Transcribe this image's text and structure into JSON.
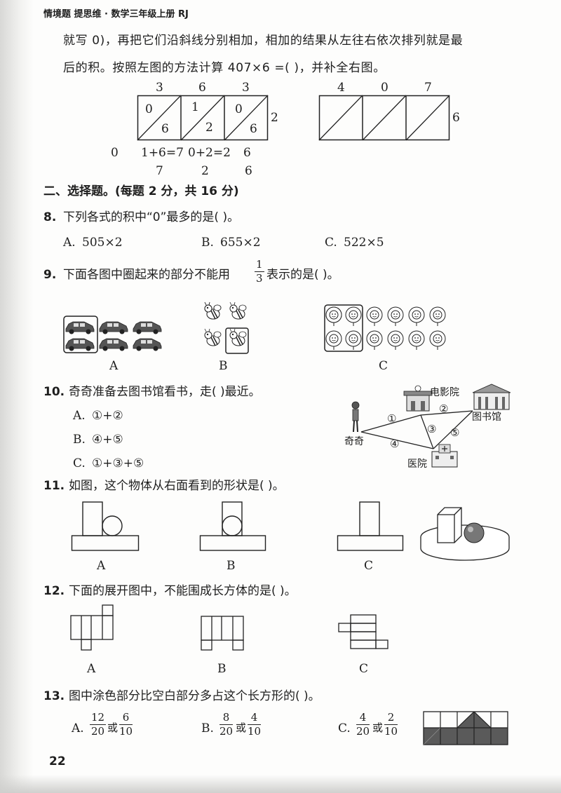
{
  "header": {
    "title": "情境题 提思维 · 数学三年级上册 RJ"
  },
  "intro": {
    "line1": "就写 0)，再把它们沿斜线分别相加，相加的结果从左往右依次排列就是最",
    "line2": "后的积。按照左图的方法计算 407×6 =(        )，并补全右图。"
  },
  "grid_example": {
    "top_digits": [
      "3",
      "6",
      "3"
    ],
    "cells": [
      {
        "upper": "0",
        "lower": "6"
      },
      {
        "upper": "1",
        "lower": "2"
      },
      {
        "upper": "0",
        "lower": "6"
      }
    ],
    "side": "2",
    "sums": [
      "0",
      "1+6=7",
      "0+2=2",
      "6"
    ],
    "result": [
      "7",
      "2",
      "6"
    ]
  },
  "grid_task": {
    "top_digits": [
      "4",
      "0",
      "7"
    ],
    "side": "6"
  },
  "section2": {
    "title": "二、选择题。(每题 2 分，共 16 分)"
  },
  "q8": {
    "num": "8.",
    "text": "下列各式的积中“0”最多的是(      )。",
    "options": [
      {
        "label": "A.",
        "text": "505×2"
      },
      {
        "label": "B.",
        "text": "655×2"
      },
      {
        "label": "C.",
        "text": "522×5"
      }
    ]
  },
  "q9": {
    "num": "9.",
    "text_before": "下面各图中圈起来的部分不能用",
    "frac": {
      "n": "1",
      "d": "3"
    },
    "text_after": "表示的是(      )。",
    "labels": [
      "A",
      "B",
      "C"
    ]
  },
  "q10": {
    "num": "10.",
    "text": "奇奇准备去图书馆看书，走(      )最近。",
    "options": [
      {
        "label": "A.",
        "text": "①+②"
      },
      {
        "label": "B.",
        "text": "④+⑤"
      },
      {
        "label": "C.",
        "text": "①+③+⑤"
      }
    ],
    "map": {
      "cinema": "电影院",
      "library": "图书馆",
      "hospital": "医院",
      "person": "奇奇",
      "routes": [
        "①",
        "②",
        "③",
        "④",
        "⑤"
      ]
    }
  },
  "q11": {
    "num": "11.",
    "text": "如图，这个物体从右面看到的形状是(      )。",
    "labels": [
      "A",
      "B",
      "C"
    ]
  },
  "q12": {
    "num": "12.",
    "text": "下面的展开图中，不能围成长方体的是(      )。",
    "labels": [
      "A",
      "B",
      "C"
    ]
  },
  "q13": {
    "num": "13.",
    "text": "图中涂色部分比空白部分多占这个长方形的(      )。",
    "options": [
      {
        "label": "A.",
        "f1": {
          "n": "12",
          "d": "20"
        },
        "or": "或",
        "f2": {
          "n": "6",
          "d": "10"
        }
      },
      {
        "label": "B.",
        "f1": {
          "n": "8",
          "d": "20"
        },
        "or": "或",
        "f2": {
          "n": "4",
          "d": "10"
        }
      },
      {
        "label": "C.",
        "f1": {
          "n": "4",
          "d": "20"
        },
        "or": "或",
        "f2": {
          "n": "2",
          "d": "10"
        }
      }
    ]
  },
  "footer": {
    "page": "22"
  },
  "colors": {
    "ink": "#1e1e1e",
    "shade": "#5a5a5a"
  }
}
